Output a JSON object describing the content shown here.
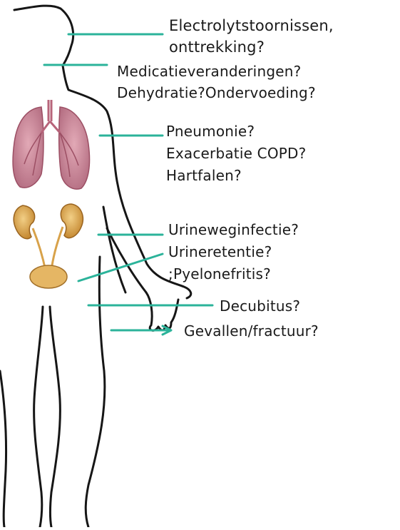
{
  "labels": {
    "electrolyt": "Electrolytstoornissen,",
    "onttrekking": "onttrekking?",
    "medicatie": "Medicatieveranderingen?",
    "dehydratie": "Dehydratie?Ondervoeding?",
    "pneumonie": "Pneumonie?",
    "copd": "Exacerbatie COPD?",
    "hartfalen": "Hartfalen?",
    "urineweg": "Urineweginfectie?",
    "urineretentie": "Urineretentie?",
    "pyelonefritis": ";Pyelonefritis?",
    "decubitus": "Decubitus?",
    "gevallen": "Gevallen/fractuur?"
  },
  "colors": {
    "pointer": "#2bb39a",
    "outline": "#161616",
    "lung": "#c98a9b",
    "lung_dark": "#9c4f64",
    "kidney": "#d29a3c",
    "bladder": "#e5b664"
  }
}
